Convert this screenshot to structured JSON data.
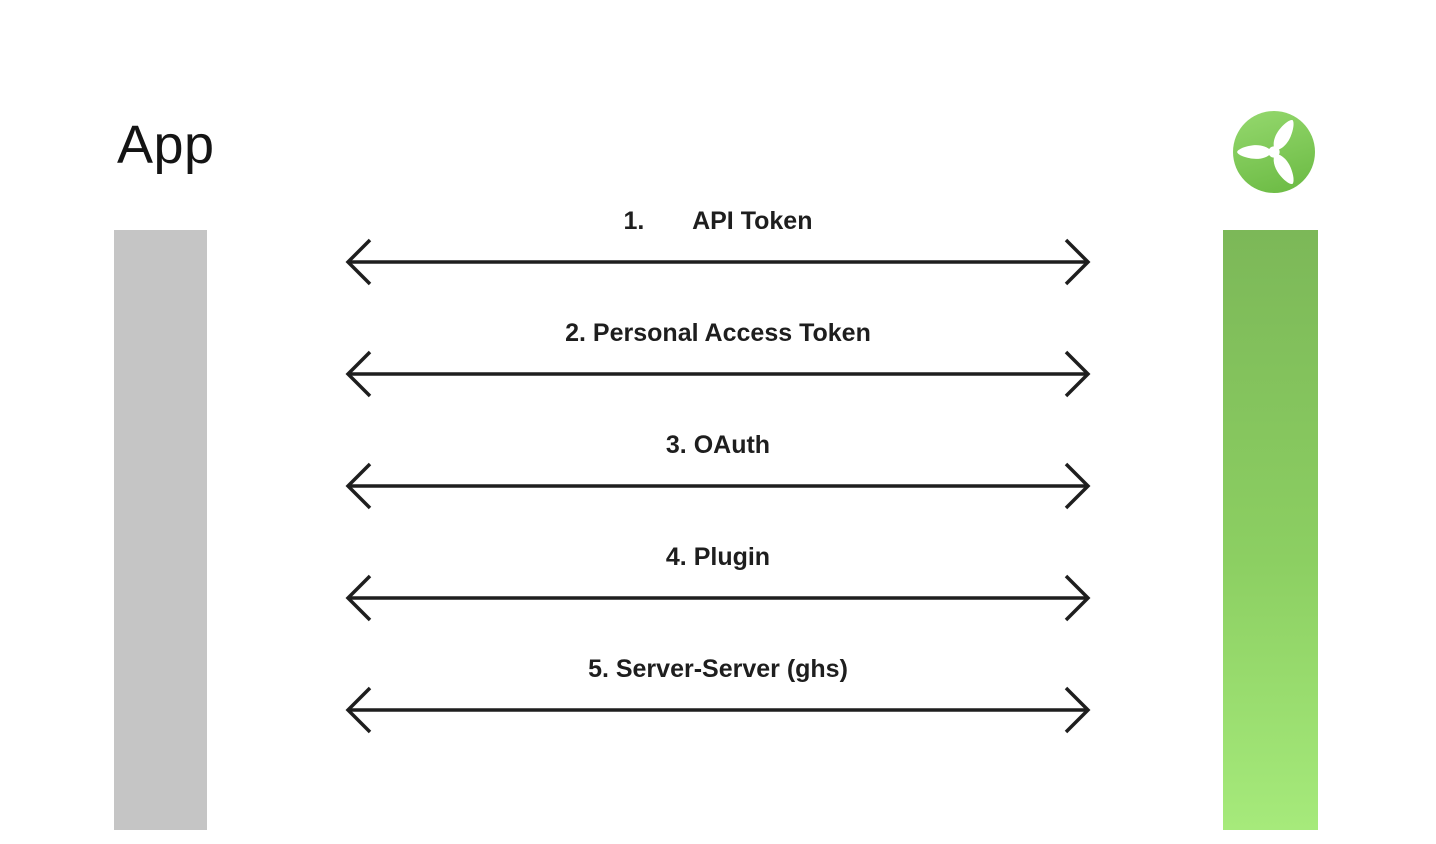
{
  "diagram": {
    "left_entity": {
      "title": "App"
    },
    "right_entity": {
      "logo": "propeller-icon"
    },
    "connections": [
      {
        "label": "1.       API Token"
      },
      {
        "label": "2. Personal Access Token"
      },
      {
        "label": "3. OAuth"
      },
      {
        "label": "4. Plugin"
      },
      {
        "label": "5. Server-Server (ghs)"
      }
    ],
    "colors": {
      "background": "#ffffff",
      "text": "#1e1e1e",
      "arrow": "#1e1e1e",
      "left_bar": "#c5c5c5",
      "right_bar_gradient_top": "#7cb858",
      "right_bar_gradient_bottom": "#a6ea7b",
      "logo_green_light": "#93d76c",
      "logo_green_dark": "#6fbd47"
    }
  }
}
